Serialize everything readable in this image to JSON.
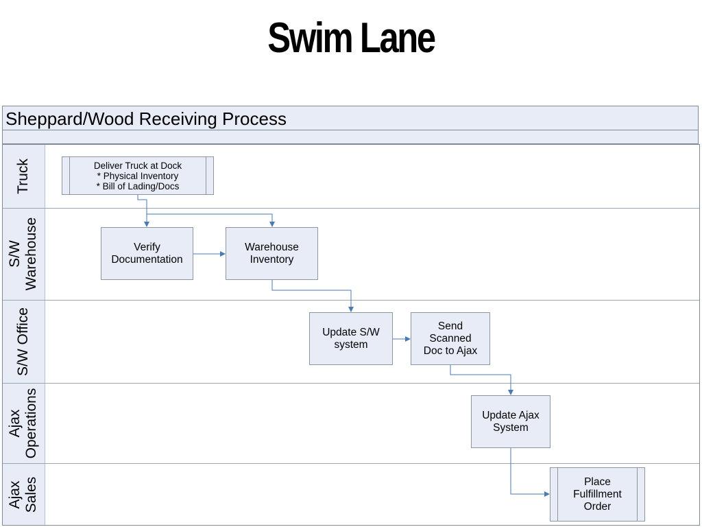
{
  "slide": {
    "title": "Swim Lane"
  },
  "pool": {
    "title": "Sheppard/Wood Receiving Process"
  },
  "lanes": [
    {
      "label": "Truck"
    },
    {
      "label": "S/W\nWarehouse"
    },
    {
      "label": "S/W Office"
    },
    {
      "label": "Ajax\nOperations"
    },
    {
      "label": "Ajax\nSales"
    }
  ],
  "steps": {
    "deliver_truck": "Deliver Truck at Dock\n* Physical Inventory\n* Bill of Lading/Docs",
    "verify_documentation": "Verify\nDocumentation",
    "warehouse_inventory": "Warehouse\nInventory",
    "update_sw_system": "Update S/W\nsystem",
    "send_scanned_doc": "Send\nScanned\nDoc to Ajax",
    "update_ajax_system": "Update Ajax\nSystem",
    "place_fulfillment_order": "Place\nFulfillment\nOrder"
  },
  "colors": {
    "lane_fill": "#e8ecf7",
    "connector": "#4a7ab5"
  }
}
